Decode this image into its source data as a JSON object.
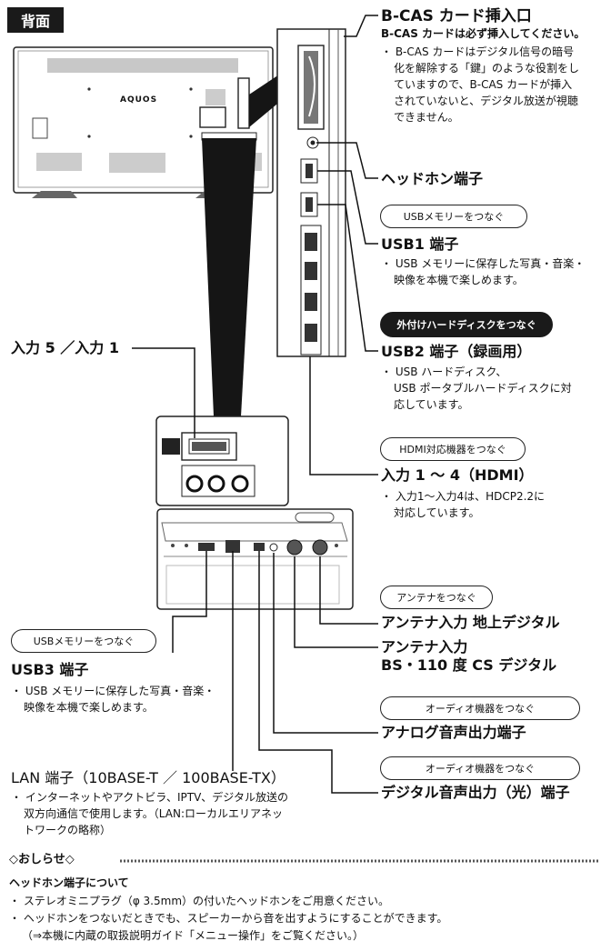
{
  "section_title": "背面",
  "tv_brand": "AQUOS",
  "bcas": {
    "title": "B-CAS カード挿入口",
    "subtitle": "B-CAS カードは必ず挿入してください。",
    "lines": [
      "・ B-CAS カードはデジタル信号の暗号",
      "化を解除する「鍵」のような役割をし",
      "ていますので、B-CAS カードが挿入",
      "されていないと、デジタル放送が視聴",
      "できません。"
    ]
  },
  "headphone": {
    "title": "ヘッドホン端子"
  },
  "usb1": {
    "pill": "USBメモリーをつなぐ",
    "title": "USB1 端子",
    "lines": [
      "・ USB メモリーに保存した写真・音楽・",
      "映像を本機で楽しめます。"
    ]
  },
  "usb2": {
    "pill": "外付けハードディスクをつなぐ",
    "title": "USB2 端子（録画用）",
    "lines": [
      "・ USB ハードディスク、",
      "USB ポータブルハードディスクに対",
      "応しています。"
    ]
  },
  "hdmi": {
    "pill": "HDMI対応機器をつなぐ",
    "title": "入力 1 〜 4（HDMI）",
    "lines": [
      "・ 入力1〜入力4は、HDCP2.2に",
      "対応しています。"
    ]
  },
  "input5": {
    "title": "入力 5 ／入力 1"
  },
  "antenna": {
    "pill": "アンテナをつなぐ",
    "title_terrestrial": "アンテナ入力 地上デジタル",
    "title_bs1": "アンテナ入力",
    "title_bs2": "BS・110 度 CS デジタル"
  },
  "analog_audio": {
    "pill": "オーディオ機器をつなぐ",
    "title": "アナログ音声出力端子"
  },
  "digital_audio": {
    "pill": "オーディオ機器をつなぐ",
    "title": "デジタル音声出力（光）端子"
  },
  "usb3": {
    "pill": "USBメモリーをつなぐ",
    "title": "USB3 端子",
    "lines": [
      "・ USB メモリーに保存した写真・音楽・",
      "映像を本機で楽しめます。"
    ]
  },
  "lan": {
    "title": "LAN 端子（10BASE-T ／ 100BASE-TX）",
    "lines": [
      "・ インターネットやアクトビラ、IPTV、デジタル放送の",
      "双方向通信で使用します。（LAN:ローカルエリアネッ",
      "トワークの略称）"
    ]
  },
  "notice": {
    "header": "◇おしらせ◇",
    "subheader": "ヘッドホン端子について",
    "lines": [
      "・ ステレオミニプラグ（φ 3.5mm）の付いたヘッドホンをご用意ください。",
      "・ ヘッドホンをつないだときでも、スピーカーから音を出すようにすることができます。",
      "（⇒本機に内蔵の取扱説明ガイド「メニュー操作」をご覧ください。）"
    ]
  }
}
